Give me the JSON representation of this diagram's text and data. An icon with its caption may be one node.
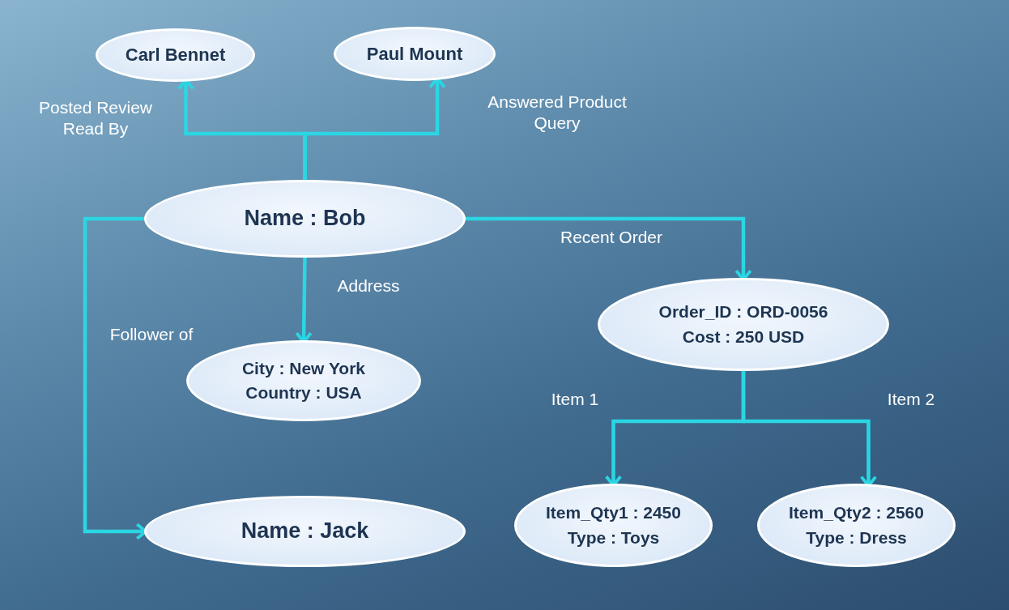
{
  "diagram": {
    "nodes": [
      {
        "text": [
          "Carl Bennet"
        ]
      },
      {
        "text": [
          "Paul Mount"
        ]
      },
      {
        "text": [
          "Name : Bob"
        ]
      },
      {
        "text": [
          "City : New York",
          "Country : USA"
        ]
      },
      {
        "text": [
          "Name : Jack"
        ]
      },
      {
        "text": [
          "Order_ID : ORD-0056",
          "Cost : 250 USD"
        ]
      },
      {
        "text": [
          "Item_Qty1 : 2450",
          "Type : Toys"
        ]
      },
      {
        "text": [
          "Item_Qty2 : 2560",
          "Type : Dress"
        ]
      }
    ],
    "edges": [
      {
        "from": 2,
        "to": 0,
        "arrow": "to",
        "label": "Posted Review Read By"
      },
      {
        "from": 2,
        "to": 1,
        "arrow": "to",
        "label": "Answered Product Query"
      },
      {
        "from": 2,
        "to": 3,
        "arrow": "to",
        "label": "Address"
      },
      {
        "from": 2,
        "to": 4,
        "arrow": "to",
        "label": "Follower of"
      },
      {
        "from": 2,
        "to": 5,
        "arrow": "to",
        "label": "Recent Order"
      },
      {
        "from": 5,
        "to": 6,
        "arrow": "to",
        "label": "Item 1"
      },
      {
        "from": 5,
        "to": 7,
        "arrow": "to",
        "label": "Item 2"
      }
    ]
  }
}
